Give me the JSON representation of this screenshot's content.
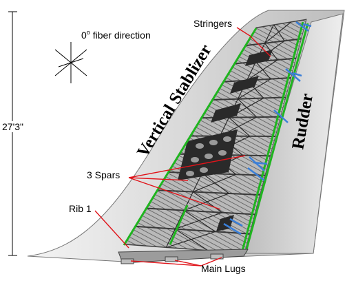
{
  "diagram": {
    "height_dimension": "27'3\"",
    "fiber_direction": {
      "prefix": "0",
      "superscript": "o",
      "text": " fiber direction"
    },
    "labels": {
      "stringers": "Stringers",
      "vertical_stabilizer": "Vertical Stablizer",
      "rudder": "Rudder",
      "spars": "3 Spars",
      "rib1": "Rib 1",
      "main_lugs": "Main Lugs"
    },
    "colors": {
      "leader_line": "#e0141a",
      "spar_edge": "#1fb51f",
      "actuator": "#3a7fd8",
      "skin": "#d9d9d9",
      "rudder": "#e4e4e4",
      "structure": "#4a4a4a"
    },
    "icons": {
      "fiber_rosette": "fiber-direction-rosette-icon"
    }
  }
}
